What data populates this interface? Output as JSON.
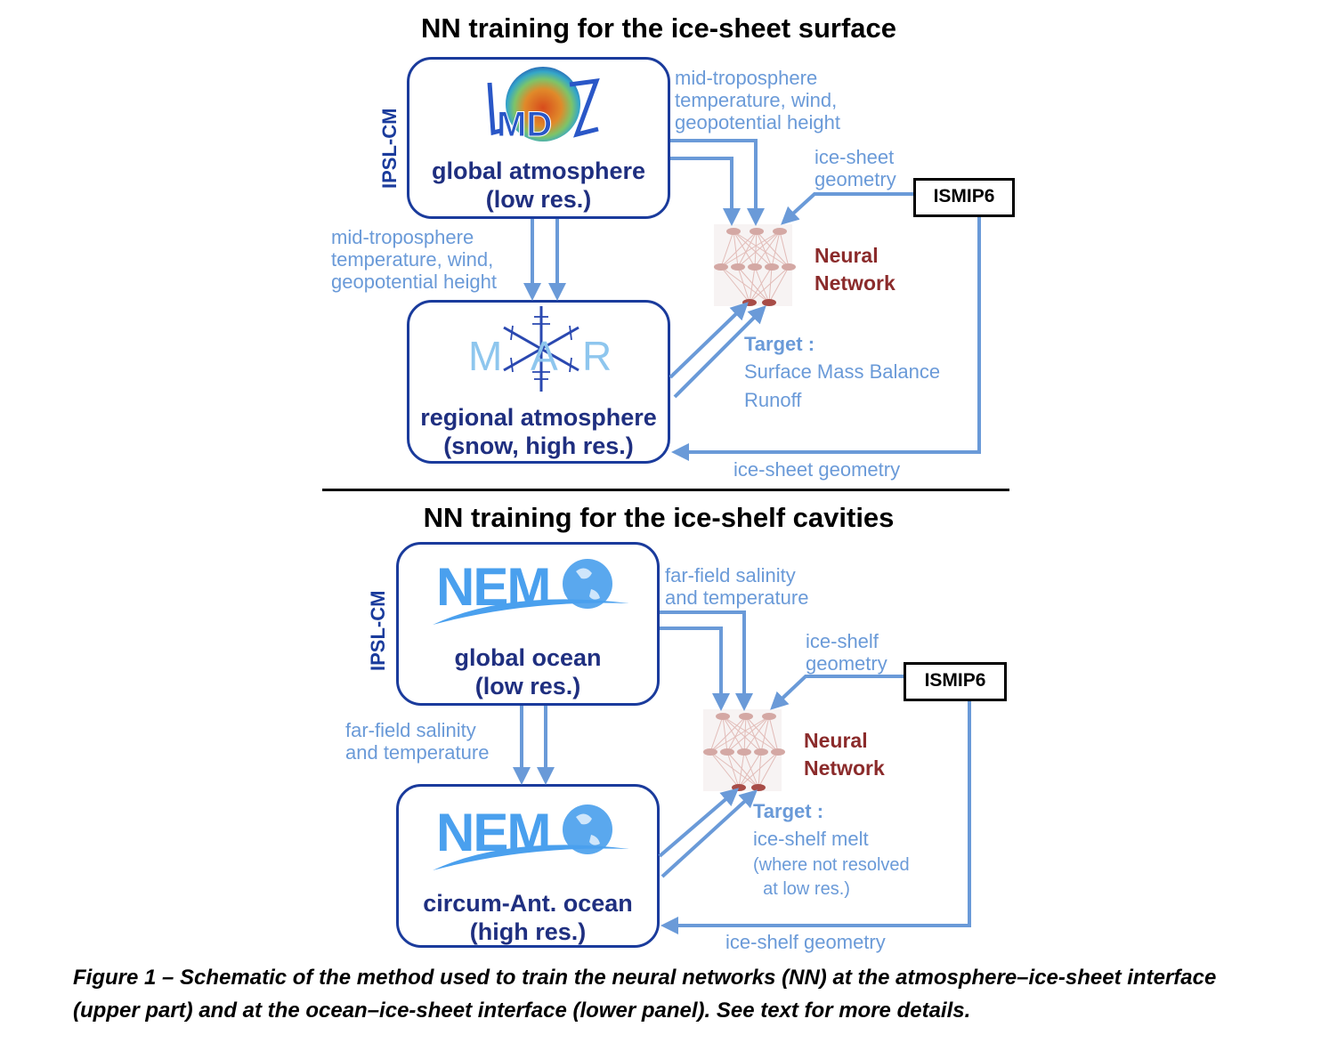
{
  "top_panel": {
    "title": "NN training for the ice-sheet surface",
    "side_label": "IPSL-CM",
    "global_box": {
      "logo": "LMDZ",
      "line1": "global atmosphere",
      "line2": "(low res.)"
    },
    "regional_box": {
      "logo": "MAR",
      "line1": "regional atmosphere",
      "line2": "(snow, high res.)"
    },
    "to_nn_text": "mid-troposphere\ntemperature, wind,\ngeopotential height",
    "to_regional_text": "mid-troposphere\ntemperature, wind,\ngeopotential height",
    "ismip_to_nn_text": "ice-sheet\ngeometry",
    "ismip_label": "ISMIP6",
    "nn_label": "Neural\nNetwork",
    "target_head": "Target :",
    "target_lines": [
      "Surface Mass Balance",
      "Runoff"
    ],
    "feedback_text": "ice-sheet geometry"
  },
  "bottom_panel": {
    "title": "NN training for the ice-shelf cavities",
    "side_label": "IPSL-CM",
    "global_box": {
      "logo": "NEMO",
      "line1": "global ocean",
      "line2": "(low res.)"
    },
    "regional_box": {
      "logo": "NEMO",
      "line1": "circum-Ant. ocean",
      "line2": "(high res.)"
    },
    "to_nn_text": "far-field salinity\nand temperature",
    "to_regional_text": "far-field salinity\nand temperature",
    "ismip_to_nn_text": "ice-shelf\ngeometry",
    "ismip_label": "ISMIP6",
    "nn_label": "Neural\nNetwork",
    "target_head": "Target :",
    "target_lines": [
      "ice-shelf melt",
      "(where not resolved",
      "  at low res.)"
    ],
    "feedback_text": "ice-shelf geometry"
  },
  "caption": "Figure 1 – Schematic of the method used to train the neural networks (NN) at the atmosphere–ice-sheet interface (upper part) and at the ocean–ice-sheet interface (lower panel). See text for more details.",
  "colors": {
    "box_border": "#1a3b9c",
    "box_text": "#1f2f80",
    "arrow": "#6a9ad8",
    "nn_text": "#8b2b2b",
    "nn_node_light": "#d4a8a4",
    "nn_node_dark": "#a84c47"
  }
}
